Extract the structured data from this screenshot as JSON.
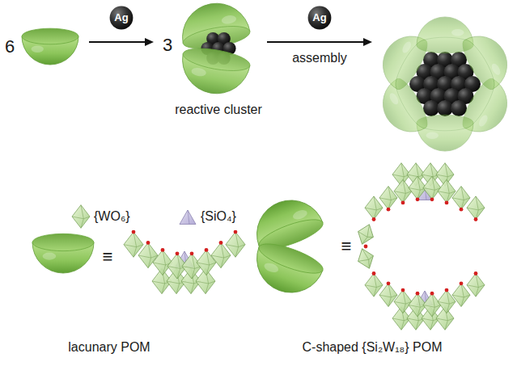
{
  "diagram": {
    "nodes": [
      {
        "text": [
          "Ag"
        ]
      },
      {
        "text": [
          "Ag"
        ]
      }
    ],
    "labels": [
      "6",
      "3",
      "reactive cluster",
      "assembly",
      "≡",
      "lacunary POM",
      "≡",
      "C-shaped {Si₂W₁₈} POM"
    ],
    "legend": [
      {
        "text": "{WO₆}"
      },
      {
        "text": "{SiO₄}"
      }
    ]
  }
}
